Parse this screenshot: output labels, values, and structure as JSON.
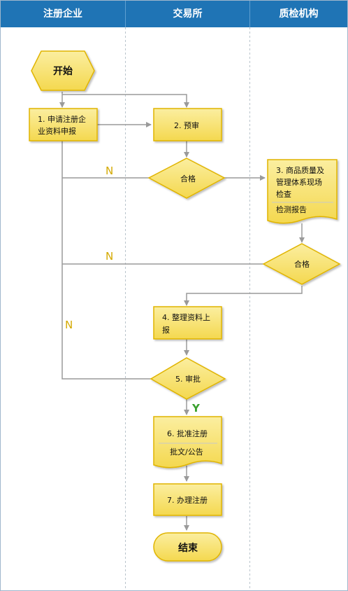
{
  "lanes": [
    "注册企业",
    "交易所",
    "质检机构"
  ],
  "nodes": {
    "start": "开始",
    "n1_line1": "1. 申请注册企",
    "n1_line2": "业资料申报",
    "n2": "2. 预审",
    "d1": "合格",
    "n3_line1": "3. 商品质量及",
    "n3_line2": "管理体系现场",
    "n3_line3": "检查",
    "n3_doc": "检测报告",
    "d2": "合格",
    "n4_line1": "4. 整理资料上",
    "n4_line2": "报",
    "d3": "5. 审批",
    "n6": "6. 批准注册",
    "n6_doc": "批文/公告",
    "n7": "7. 办理注册",
    "end": "结束"
  },
  "labels": {
    "no1": "N",
    "no2": "N",
    "no3": "N",
    "yes": "Y"
  },
  "colors": {
    "header_bg": "#1f74b5",
    "shape_fill": "#f7e27a",
    "shape_stroke": "#e0b400",
    "connector": "#9a9a9a",
    "no_label": "#d4a900",
    "yes_label": "#3aa12e"
  }
}
